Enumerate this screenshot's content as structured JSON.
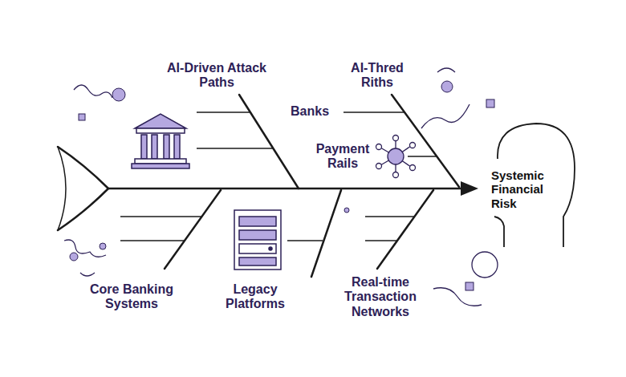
{
  "diagram": {
    "nodes": [
      {
        "text": [
          "Systemic Financial Risk"
        ]
      }
    ],
    "labels": [
      "AI-Driven Attack Paths",
      "AI-Thred Riths",
      "Banks",
      "Payment Rails",
      "Core Banking Systems",
      "Legacy Platforms",
      "Real-time Transaction Networks"
    ]
  }
}
